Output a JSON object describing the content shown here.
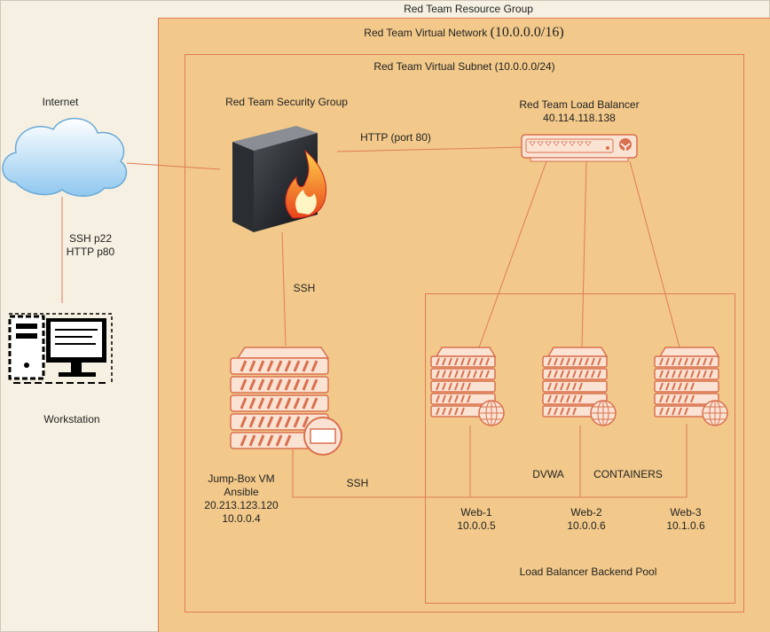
{
  "resource_group": {
    "label": "Red Team Resource Group"
  },
  "vnet": {
    "label": "Red Team Virtual Network",
    "cidr": "(10.0.0.0/16)"
  },
  "subnet": {
    "label": "Red Team Virtual Subnet (10.0.0.0/24)"
  },
  "internet": {
    "label": "Internet"
  },
  "workstation": {
    "label": "Workstation"
  },
  "internet_link": {
    "line1": "SSH p22",
    "line2": "HTTP p80"
  },
  "security_group": {
    "label": "Red Team Security Group"
  },
  "load_balancer": {
    "name": "Red Team Load Balancer",
    "ip": "40.114.118.138"
  },
  "http_link": {
    "label": "HTTP (port 80)"
  },
  "ssh_link_top": {
    "label": "SSH"
  },
  "ssh_link_bottom": {
    "label": "SSH"
  },
  "jumpbox": {
    "name": "Jump-Box VM",
    "role": "Ansible",
    "public_ip": "20.213.123.120",
    "private_ip": "10.0.0.4"
  },
  "dvwa": {
    "label": "DVWA"
  },
  "containers": {
    "label": "CONTAINERS"
  },
  "web1": {
    "name": "Web-1",
    "ip": "10.0.0.5"
  },
  "web2": {
    "name": "Web-2",
    "ip": "10.0.0.6"
  },
  "web3": {
    "name": "Web-3",
    "ip": "10.1.0.6"
  },
  "backend_pool": {
    "label": "Load Balancer Backend Pool"
  },
  "colors": {
    "zone_fill": "#f2c98a",
    "zone_border": "#e07b5a",
    "link": "#e07b5a",
    "server_fill": "#fbe3d3",
    "server_stroke": "#d9704f"
  }
}
